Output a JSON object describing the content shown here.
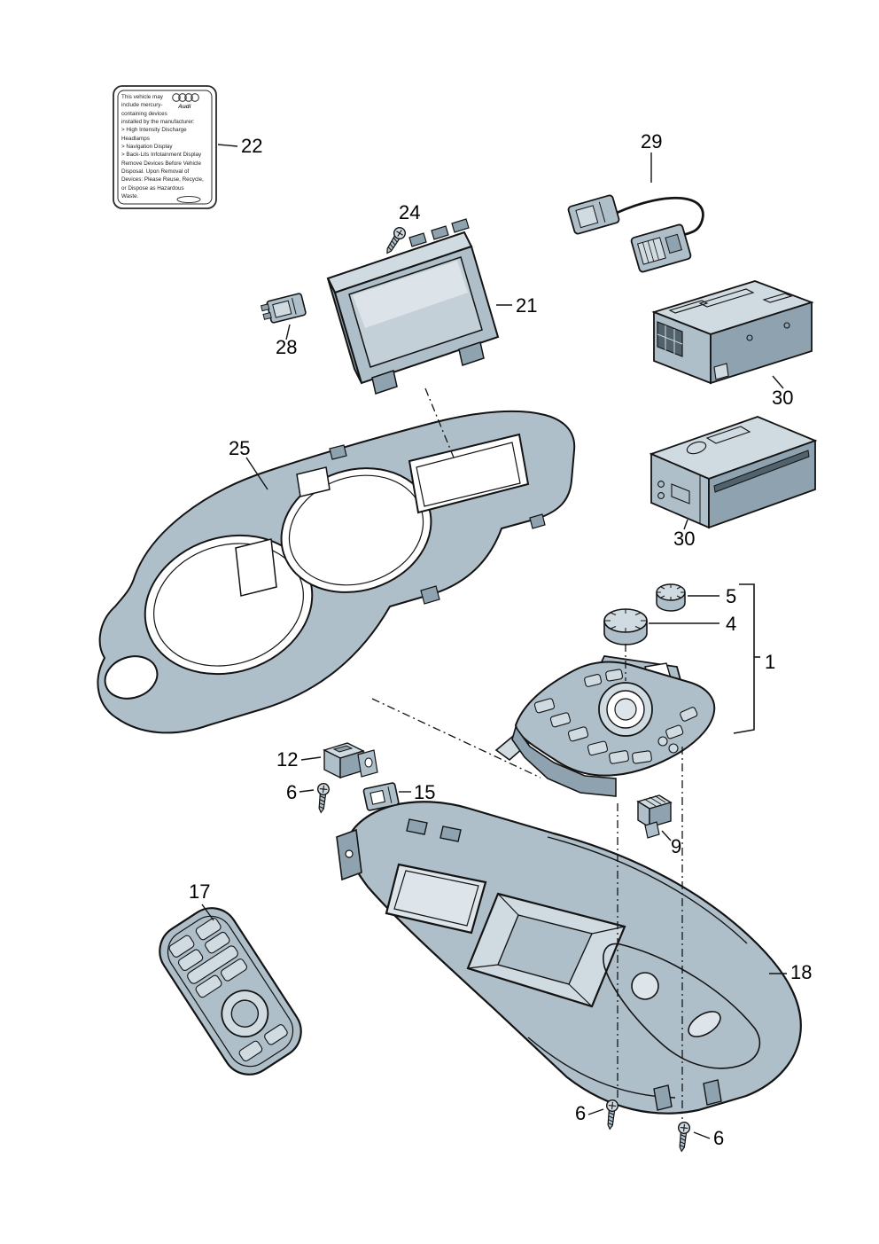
{
  "diagram_type": "exploded-parts-diagram",
  "palette": {
    "outline": "#141414",
    "part_fill": "#afbfc9",
    "part_light": "#cfdae1",
    "part_dark": "#8ea3af",
    "recess": "#dde5ea",
    "slot_dark": "#51626c",
    "background": "#ffffff"
  },
  "warning_label": {
    "brand": "Audi",
    "lines": [
      "This vehicle may",
      "include mercury-",
      "containing devices",
      "installed by the manufacturer:",
      "> High Intensity Discharge",
      "   Headlamps",
      "> Navigation Display",
      "> Back-Lits Infotainment Display",
      "Remove Devices Before Vehicle",
      "Disposal. Upon Removal of",
      "Devices: Please Reuse, Recycle,",
      "or Dispose as Hazardous",
      "Waste."
    ]
  },
  "callouts": {
    "c22": "22",
    "c29": "29",
    "c24": "24",
    "c21": "21",
    "c28": "28",
    "c30a": "30",
    "c30b": "30",
    "c25": "25",
    "c5": "5",
    "c4": "4",
    "c1": "1",
    "c12": "12",
    "c6a": "6",
    "c15": "15",
    "c9": "9",
    "c17": "17",
    "c18": "18",
    "c6b": "6",
    "c6c": "6"
  }
}
